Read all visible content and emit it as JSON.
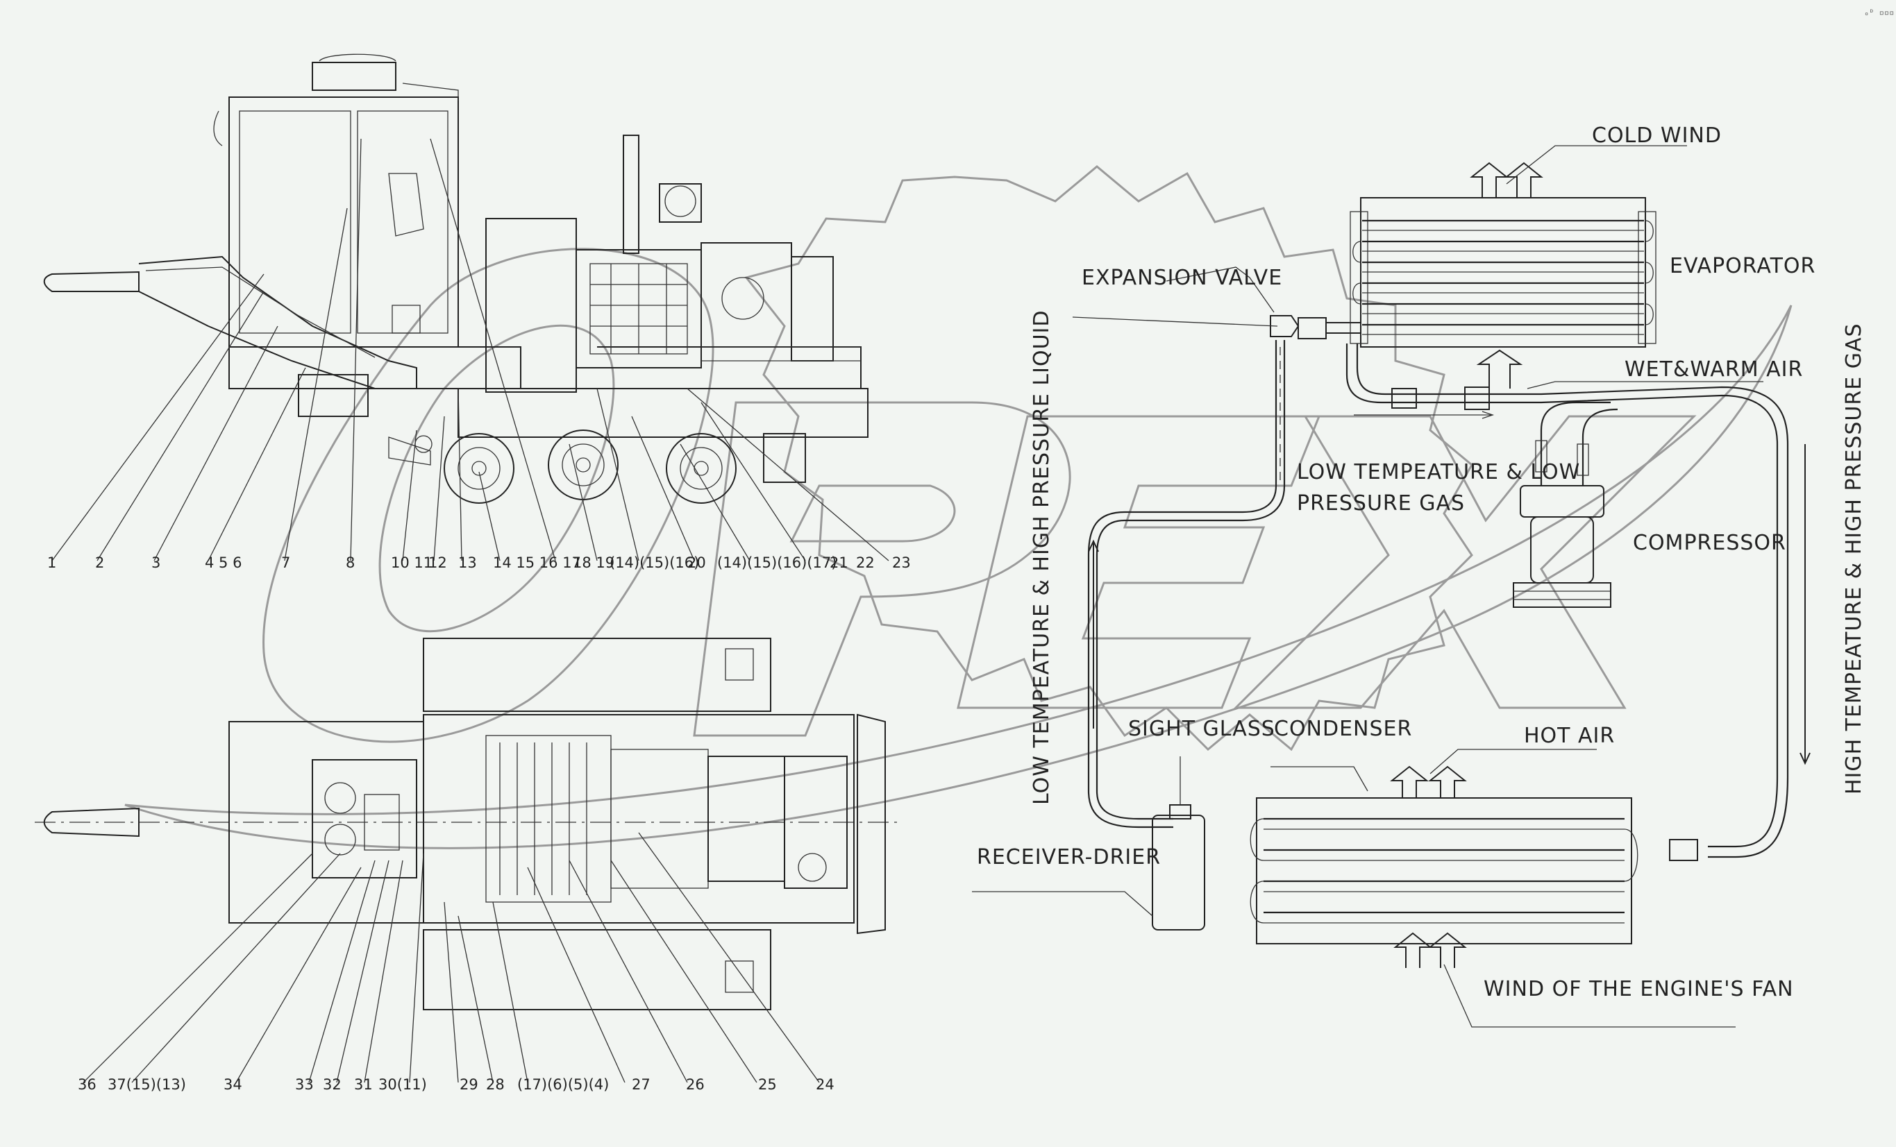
{
  "watermark": {
    "text": "OPEX",
    "icon": "gear-icon"
  },
  "corner_mark": "ₒᴰ ▫▫▫",
  "diagram_labels": {
    "cold_wind": "COLD WIND",
    "evaporator": "EVAPORATOR",
    "expansion_valve": "EXPANSION VALVE",
    "wet_warm_air": "WET&WARM AIR",
    "low_temp_low_pressure_gas_line1": "LOW TEMPEATURE & LOW",
    "low_temp_low_pressure_gas_line2": "PRESSURE GAS",
    "compressor": "COMPRESSOR",
    "high_temp_high_pressure_gas": "HIGH TEMPEATURE & HIGH PRESSURE GAS",
    "low_temp_high_pressure_liquid": "LOW TEMPEATURE & HIGH PRESSURE LIQUID",
    "sight_glass": "SIGHT GLASS",
    "condenser": "CONDENSER",
    "hot_air": "HOT AIR",
    "receiver_drier": "RECEIVER-DRIER",
    "wind_engine_fan": "WIND OF THE ENGINE'S FAN"
  },
  "side_view_callouts": [
    "1",
    "2",
    "3",
    "4 5 6",
    "7",
    "8",
    "10 11",
    "12",
    "13",
    "14 15 16 17",
    "18 19",
    "(14)(15)(16)",
    "20",
    "(14)(15)(16)(17)",
    "21",
    "22",
    "23"
  ],
  "top_view_callouts": [
    "36",
    "37(15)(13)",
    "34",
    "33",
    "32",
    "31",
    "30(11)",
    "29",
    "28",
    "(17)(6)(5)(4)",
    "27",
    "26",
    "25",
    "24"
  ]
}
